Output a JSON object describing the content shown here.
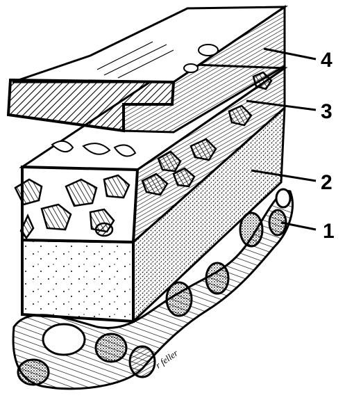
{
  "diagram": {
    "labels": [
      {
        "id": "layer-1",
        "text": "1"
      },
      {
        "id": "layer-2",
        "text": "2"
      },
      {
        "id": "layer-3",
        "text": "3"
      },
      {
        "id": "layer-4",
        "text": "4"
      }
    ],
    "signature": "r feller"
  },
  "colors": {
    "ink": "#000000",
    "paper": "#ffffff"
  }
}
